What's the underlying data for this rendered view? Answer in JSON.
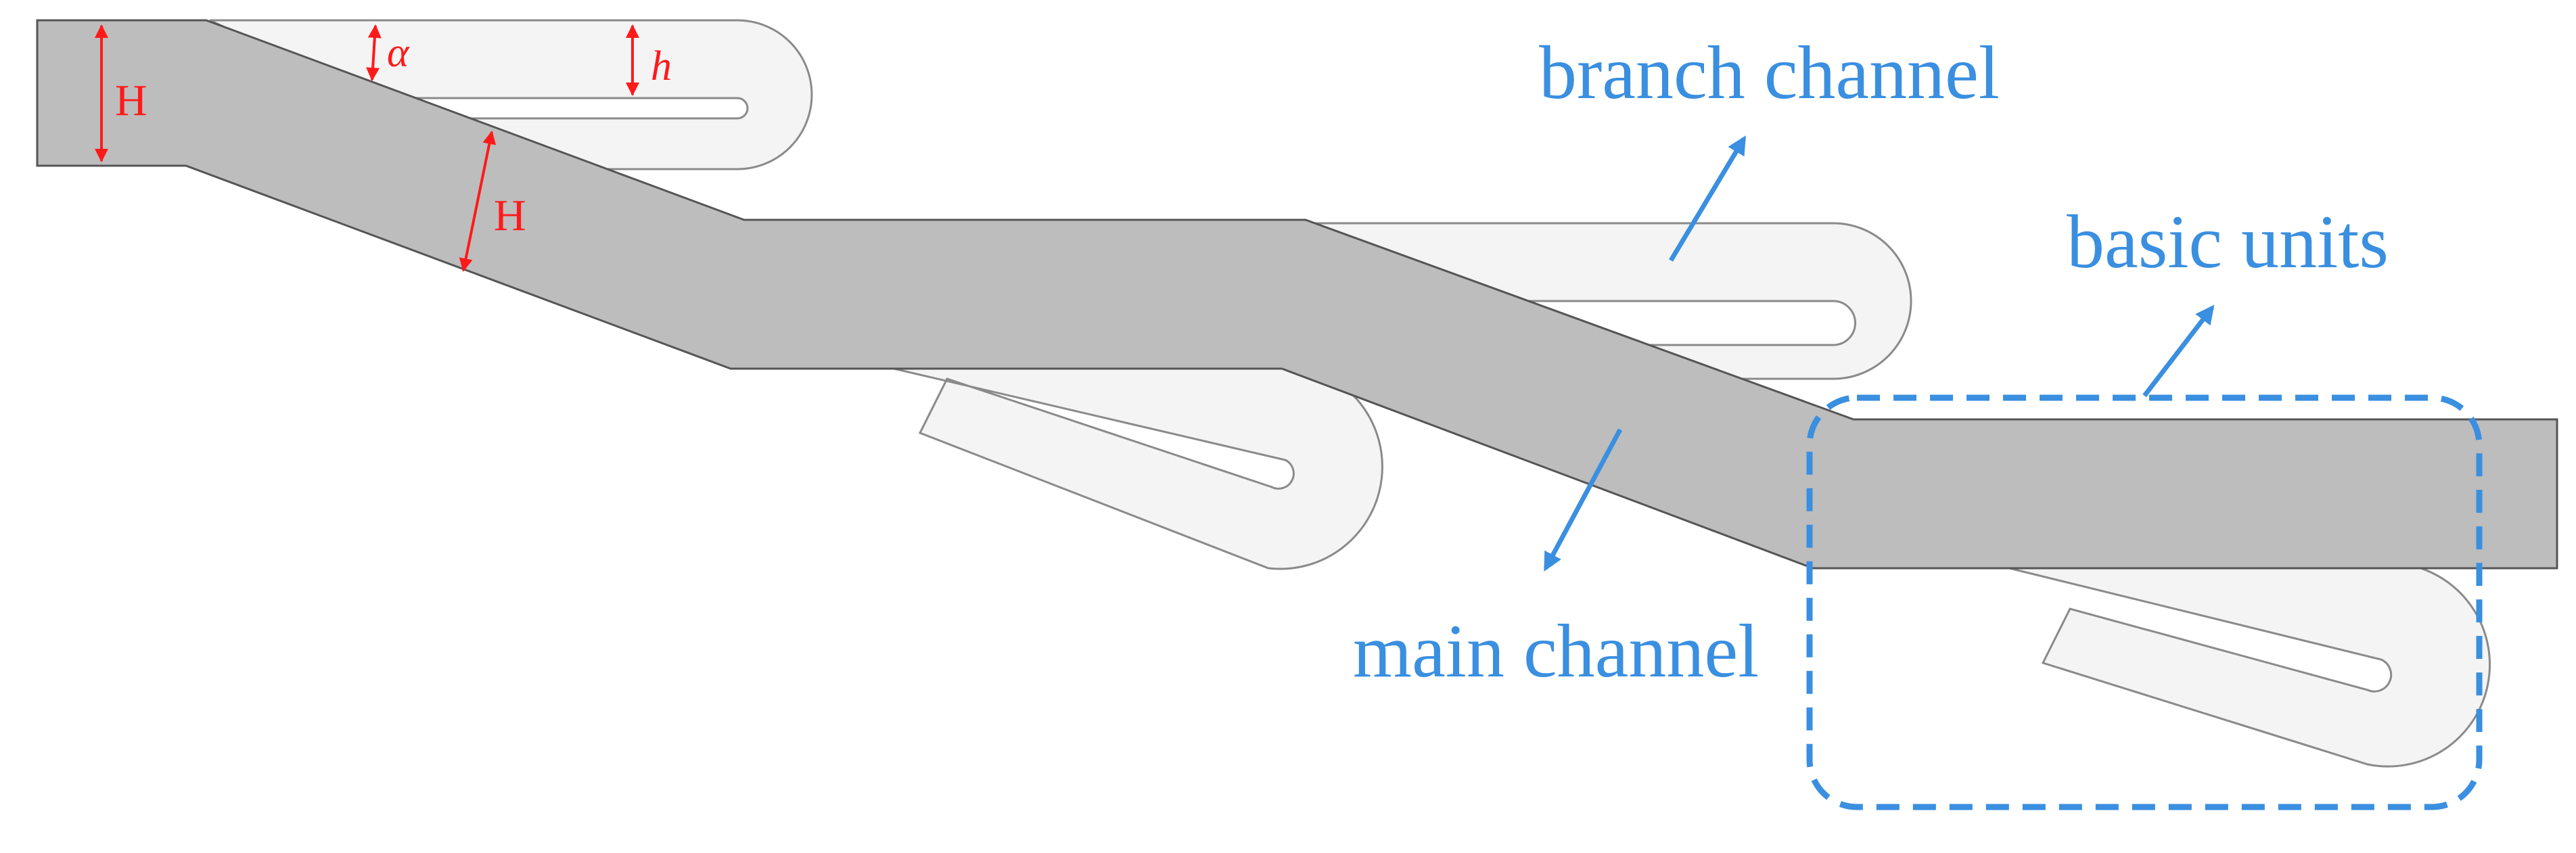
{
  "labels": {
    "branch_channel": "branch channel",
    "basic_units": "basic units",
    "main_channel": "main channel",
    "dim_H_inlet": "H",
    "dim_H_diagonal": "H",
    "dim_alpha": "α",
    "dim_h": "h"
  },
  "colors": {
    "main_fill": "#bdbdbd",
    "branch_fill": "#f4f4f4",
    "dimension": "#ff1a1a",
    "annotation": "#3a8fe0"
  }
}
